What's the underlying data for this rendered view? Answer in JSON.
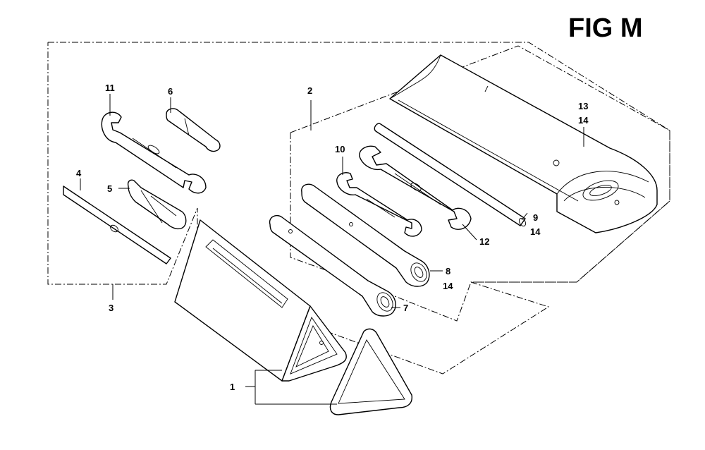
{
  "figure": {
    "title": "FIG M"
  },
  "callouts": {
    "c1": "1",
    "c2": "2",
    "c3": "3",
    "c4": "4",
    "c5": "5",
    "c6": "6",
    "c7": "7",
    "c8": "8",
    "c8b": "14",
    "c9": "9",
    "c9b": "14",
    "c10": "10",
    "c11": "11",
    "c12": "12",
    "c13": "13",
    "c13b": "14"
  }
}
